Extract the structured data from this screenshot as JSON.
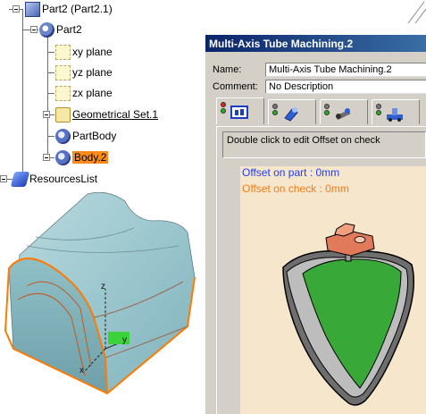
{
  "tree": {
    "part_root": "Part2 (Part2.1)",
    "part": "Part2",
    "xy_plane": "xy plane",
    "yz_plane": "yz plane",
    "zx_plane": "zx plane",
    "geometrical_set": "Geometrical Set.1",
    "partbody": "PartBody",
    "body2": "Body.2",
    "resources": "ResourcesList"
  },
  "viewer": {
    "axis_labels": [
      "x",
      "y",
      "z"
    ],
    "surface_color": "#8fbfc7",
    "edge_color": "#ff7a00"
  },
  "dialog": {
    "title": "Multi-Axis Tube Machining.2",
    "name_label": "Name:",
    "name_value": "Multi-Axis Tube Machining.2",
    "comment_label": "Comment:",
    "comment_value": "No Description",
    "tab_icons": [
      "geometry-tab-icon",
      "tool-tab-icon",
      "feeds-tab-icon",
      "macros-tab-icon"
    ],
    "hint": "Double click to edit Offset on check",
    "offset_part": "Offset on part : 0mm",
    "offset_check": "Offset on check : 0mm",
    "offset_part_color": "#1e3cff",
    "offset_check_color": "#ff7a10",
    "panel_color": "#f5e6cc"
  }
}
